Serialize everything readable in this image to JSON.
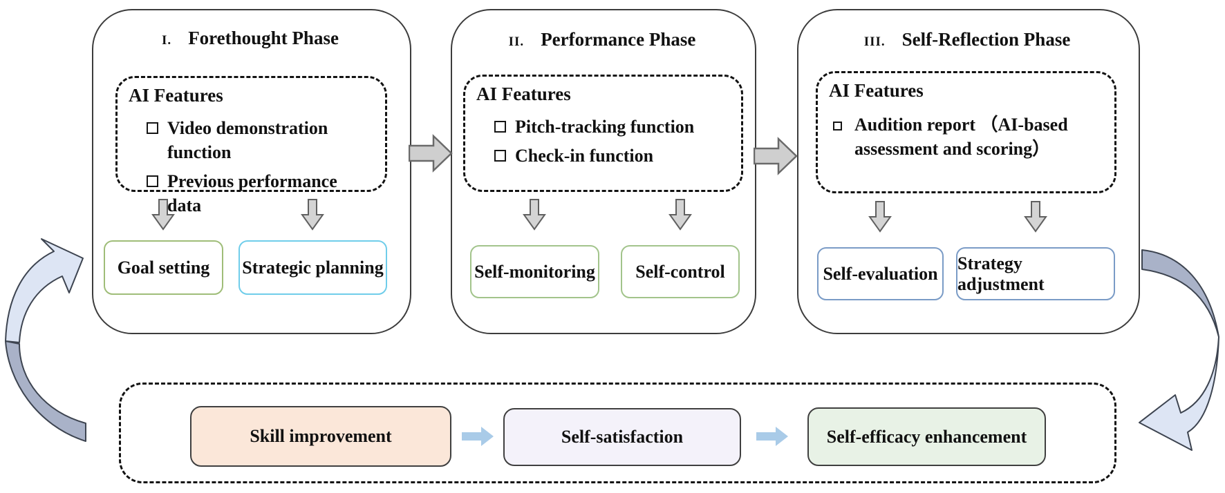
{
  "phases": [
    {
      "numeral": "I.",
      "title": "Forethought Phase",
      "ai_heading": "AI Features",
      "items": [
        "Video demonstration function",
        "Previous performance data"
      ],
      "outputs": [
        {
          "label": "Goal setting",
          "border": "#9fbd78"
        },
        {
          "label": "Strategic planning",
          "border": "#6fcdea"
        }
      ]
    },
    {
      "numeral": "II.",
      "title": "Performance Phase",
      "ai_heading": "AI Features",
      "items": [
        "Pitch-tracking function",
        "Check-in function"
      ],
      "outputs": [
        {
          "label": "Self-monitoring",
          "border": "#a2c48b"
        },
        {
          "label": "Self-control",
          "border": "#a2c48b"
        }
      ]
    },
    {
      "numeral": "III.",
      "title": "Self-Reflection Phase",
      "ai_heading": "AI Features",
      "items": [
        "Audition report （AI-based assessment and scoring）"
      ],
      "outputs": [
        {
          "label": "Self-evaluation",
          "border": "#7a9bc6"
        },
        {
          "label": "Strategy adjustment",
          "border": "#7a9bc6"
        }
      ]
    }
  ],
  "outcomes": [
    {
      "label": "Skill improvement",
      "fill": "#fbe7d9"
    },
    {
      "label": "Self-satisfaction",
      "fill": "#f4f2fa"
    },
    {
      "label": "Self-efficacy enhancement",
      "fill": "#e8f2e6"
    }
  ],
  "colors": {
    "flow_arrow_fill": "#cfcfcf",
    "flow_arrow_stroke": "#6a6a6a",
    "down_arrow_fill": "#d4d4d4",
    "down_arrow_stroke": "#606060",
    "outcome_arrow_fill": "#a9cbe8",
    "cycle_arrow_light": "#dde5f4",
    "cycle_arrow_dark": "#a9b2c8",
    "cycle_arrow_stroke": "#3d4450"
  }
}
